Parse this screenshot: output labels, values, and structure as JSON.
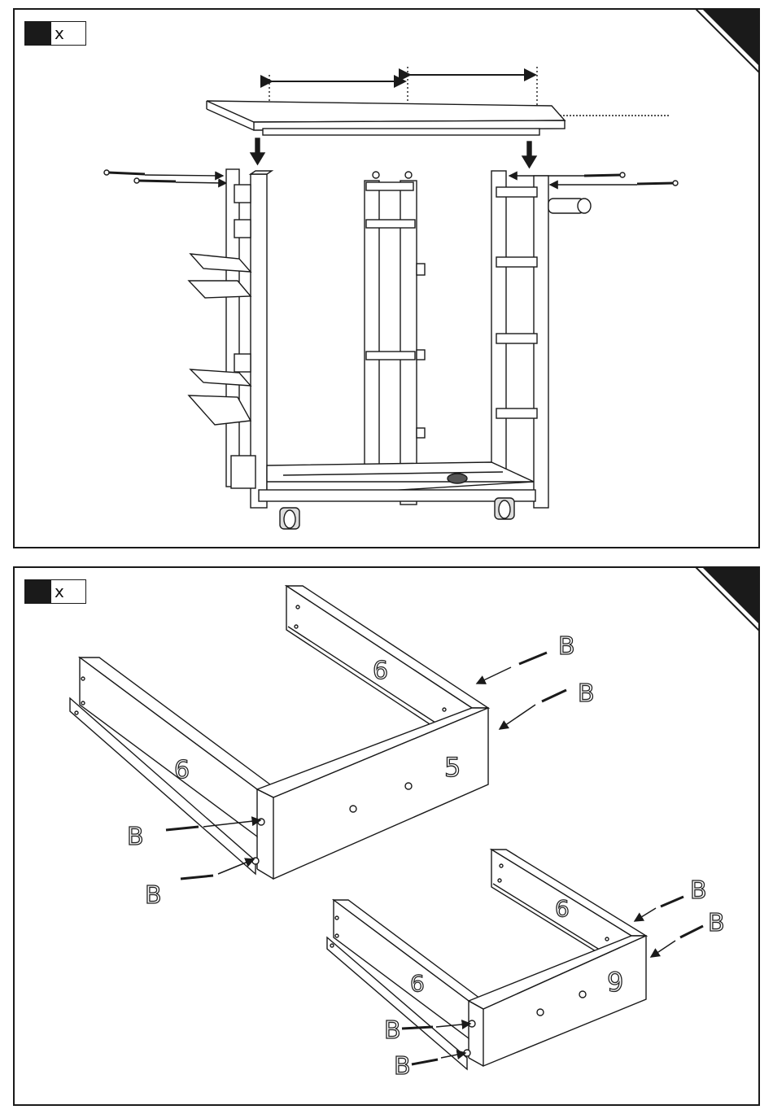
{
  "steps": [
    {
      "quantity_label": "x"
    },
    {
      "quantity_label": "x"
    }
  ],
  "parts": {
    "screw_label": "B",
    "panel_5": "5",
    "panel_6": "6",
    "panel_9": "9"
  },
  "colors": {
    "line": "#1a1a1a",
    "fill": "#ffffff",
    "accent": "#1a1a1a"
  }
}
